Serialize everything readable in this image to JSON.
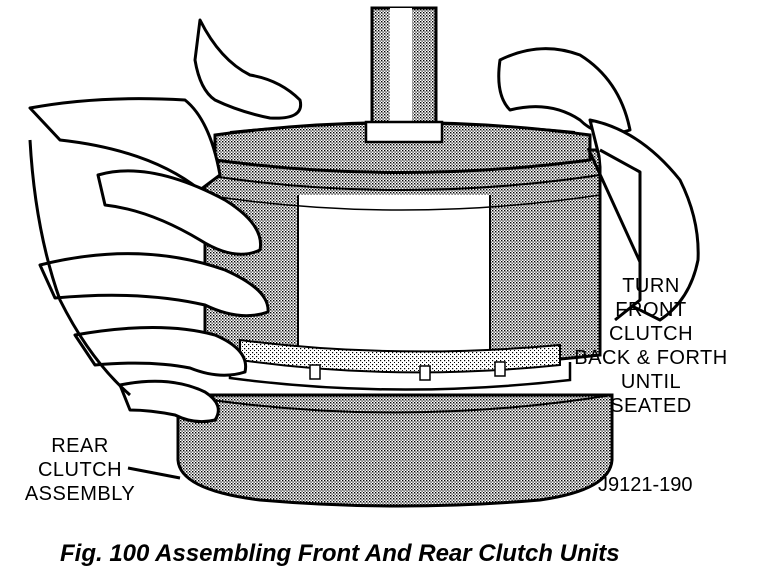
{
  "labels": {
    "instruction": [
      "TURN",
      "FRONT",
      "CLUTCH",
      "BACK & FORTH",
      "UNTIL",
      "SEATED"
    ],
    "rear_clutch": [
      "REAR",
      "CLUTCH",
      "ASSEMBLY"
    ]
  },
  "figure_id": "J9121-190",
  "caption": "Fig. 100 Assembling Front And Rear Clutch Units",
  "colors": {
    "ink": "#000000",
    "shade": "#9a9a9a",
    "paper": "#ffffff"
  }
}
